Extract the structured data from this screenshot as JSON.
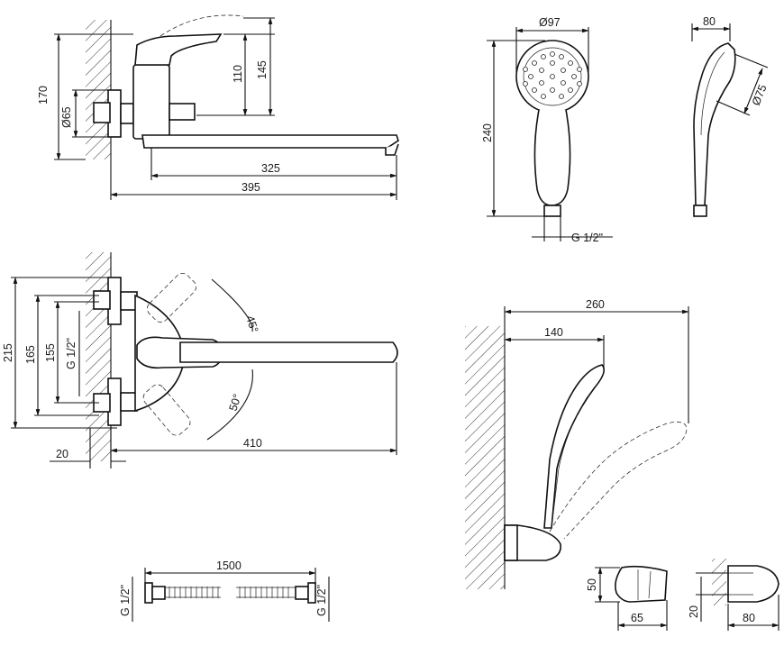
{
  "side_view": {
    "height_total": "170",
    "outlet_height": "145",
    "handle_height": "110",
    "flange_dia": "Ø65",
    "spout_reach": "325",
    "total_length": "395"
  },
  "shower_head": {
    "head_dia": "Ø97",
    "length": "240",
    "thread": "G 1/2\"",
    "depth": "80",
    "face_dia": "Ø75"
  },
  "top_view": {
    "height_total": "215",
    "height_mid": "165",
    "centers": "155",
    "thread": "G 1/2\"",
    "angle_up": "45°",
    "angle_down": "50°",
    "wall_offset": "20",
    "spout_length": "410"
  },
  "holder_view": {
    "width_total": "260",
    "width_inner": "140"
  },
  "hose": {
    "length": "1500",
    "thread_left": "G 1/2\"",
    "thread_right": "G 1/2\""
  },
  "bracket": {
    "height": "50",
    "width": "65",
    "screw": "20",
    "depth": "80"
  }
}
